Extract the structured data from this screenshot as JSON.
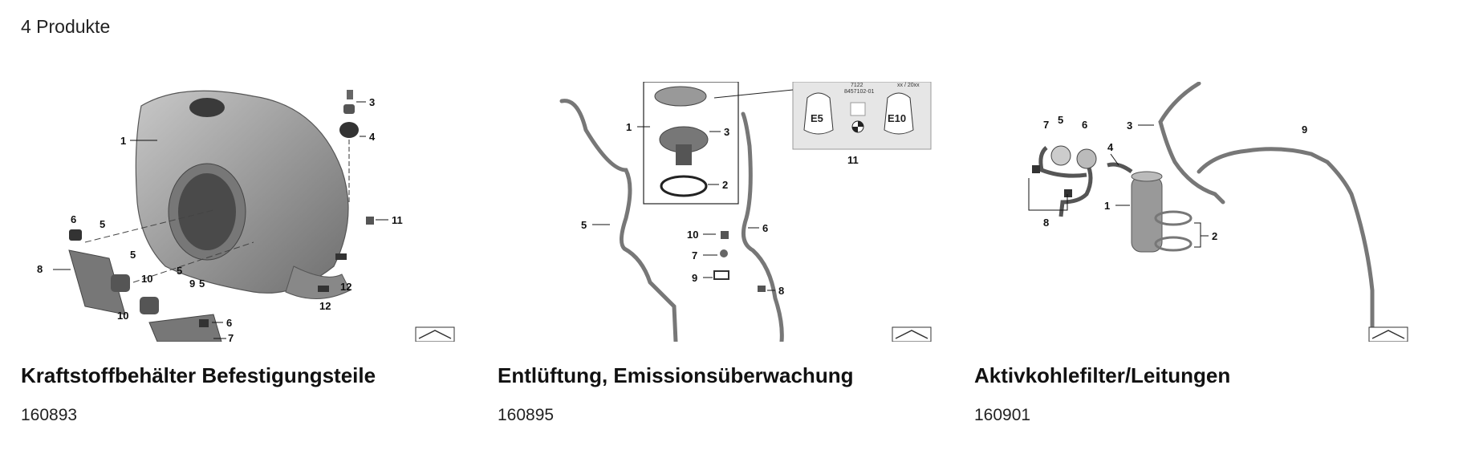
{
  "header": {
    "count_label": "4 Produkte"
  },
  "products": [
    {
      "title": "Kraftstoffbehälter Befestigungsteile",
      "number": "160893",
      "callouts": [
        "1",
        "3",
        "4",
        "11",
        "6",
        "5",
        "5",
        "8",
        "10",
        "5",
        "9",
        "5",
        "10",
        "6",
        "7",
        "12",
        "12"
      ]
    },
    {
      "title": "Entlüftung, Emissionsüberwachung",
      "number": "160895",
      "callouts": [
        "1",
        "3",
        "2",
        "5",
        "6",
        "10",
        "7",
        "9",
        "8",
        "11"
      ],
      "label_texts": [
        "7122",
        "8457102-01",
        "xx / 20xx",
        "E5",
        "E10"
      ]
    },
    {
      "title": "Aktivkohlefilter/Leitungen",
      "number": "160901",
      "callouts": [
        "7",
        "5",
        "6",
        "3",
        "9",
        "4",
        "1",
        "8",
        "2"
      ]
    }
  ],
  "icons": {
    "diagram_corner": "diagram-corner-icon"
  }
}
